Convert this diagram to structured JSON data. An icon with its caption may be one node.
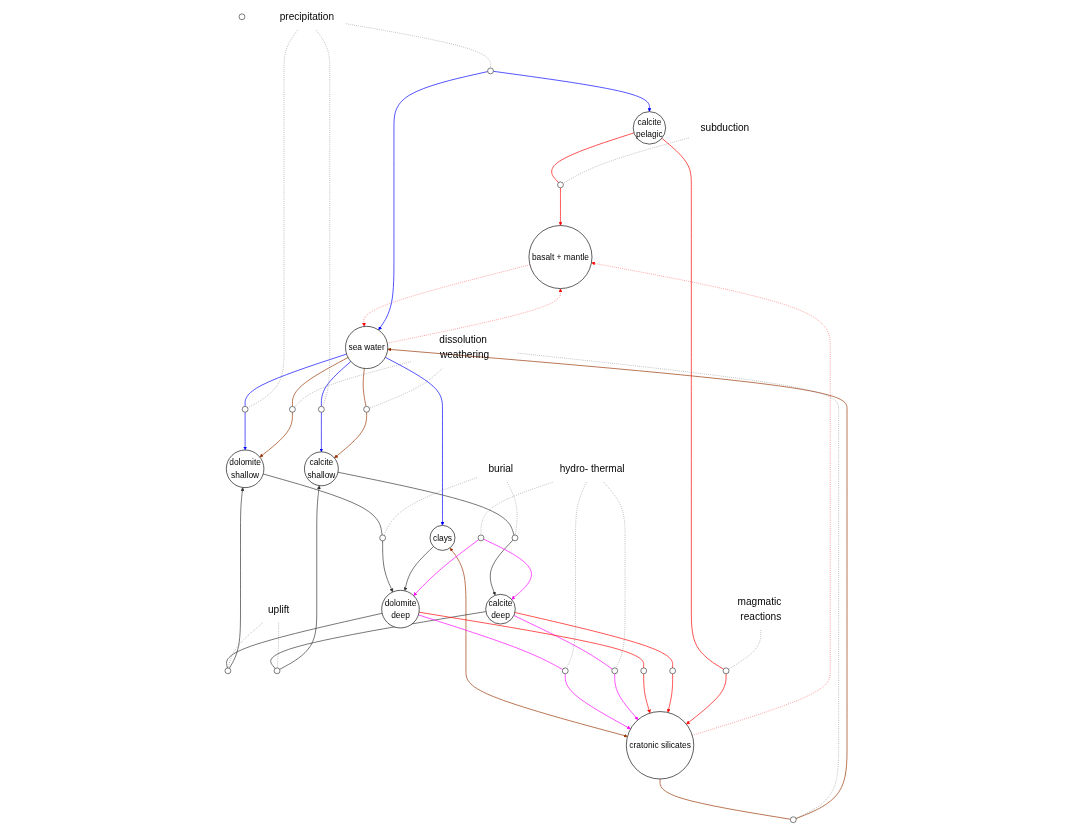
{
  "diagram": {
    "nodes": [
      {
        "text": [
          "basalt + mantle"
        ]
      },
      {
        "text": [
          "sea water"
        ]
      },
      {
        "text": [
          "dolomite",
          "shallow"
        ]
      },
      {
        "text": [
          "calcite",
          "shallow"
        ]
      },
      {
        "text": [
          "clays"
        ]
      },
      {
        "text": [
          "calcite",
          "pelagic"
        ]
      },
      {
        "text": [
          "dolomite",
          "deep"
        ]
      },
      {
        "text": [
          "calcite",
          "deep"
        ]
      },
      {
        "text": [
          "cratonic silicates"
        ]
      },
      {
        "text": [
          "subduction"
        ]
      },
      {
        "text": [
          "precipitation"
        ]
      },
      {
        "text": [
          "dissolution weathering"
        ]
      },
      {
        "text": [
          "uplift"
        ]
      },
      {
        "text": [
          "burial"
        ]
      },
      {
        "text": [
          "hydro- thermal"
        ]
      },
      {
        "text": [
          "magmatic reactions"
        ]
      },
      {
        "text": [],
        "shape": "circle"
      },
      {
        "text": [],
        "shape": "circle"
      },
      {
        "text": [],
        "shape": "circle"
      },
      {
        "text": [],
        "shape": "circle"
      },
      {
        "text": [],
        "shape": "circle"
      },
      {
        "text": [],
        "shape": "circle"
      },
      {
        "text": [],
        "shape": "circle"
      },
      {
        "text": [],
        "shape": "circle"
      },
      {
        "text": [],
        "shape": "circle"
      },
      {
        "text": [],
        "shape": "circle"
      },
      {
        "text": [],
        "shape": "circle"
      },
      {
        "text": [],
        "shape": "circle"
      },
      {
        "text": [],
        "shape": "circle"
      },
      {
        "text": [],
        "shape": "circle"
      },
      {
        "text": [],
        "shape": "circle"
      },
      {
        "text": [],
        "shape": "circle"
      },
      {
        "text": [],
        "shape": "circle"
      },
      {
        "text": [],
        "shape": "circle"
      }
    ],
    "edges": [
      {
        "from": 0,
        "to": 1,
        "arrow": "to",
        "style": "dashed",
        "color": "#ff0000"
      },
      {
        "from": 1,
        "to": 0,
        "arrow": "to",
        "style": "dashed",
        "color": "#ff0000"
      },
      {
        "from": 8,
        "to": 0,
        "arrow": "to",
        "style": "dashed",
        "color": "#ff0000"
      },
      {
        "from": 5,
        "to": 19,
        "arrow": "none",
        "color": "#ff0000"
      },
      {
        "from": 19,
        "to": 0,
        "arrow": "to",
        "color": "#ff0000"
      },
      {
        "from": 1,
        "to": 16,
        "arrow": "none",
        "color": "#0000ff"
      },
      {
        "from": 16,
        "to": 2,
        "arrow": "to",
        "color": "#0000ff"
      },
      {
        "from": 17,
        "to": 1,
        "arrow": "to",
        "color": "#0000ff"
      },
      {
        "from": 17,
        "to": 5,
        "arrow": "to",
        "color": "#0000ff"
      },
      {
        "from": 1,
        "to": 18,
        "arrow": "none",
        "color": "#0000ff"
      },
      {
        "from": 18,
        "to": 3,
        "arrow": "to",
        "color": "#0000ff"
      },
      {
        "from": 1,
        "to": 4,
        "arrow": "to",
        "color": "#0000ff"
      },
      {
        "from": 1,
        "to": 21,
        "arrow": "none",
        "color": "#993300"
      },
      {
        "from": 21,
        "to": 2,
        "arrow": "to",
        "color": "#993300"
      },
      {
        "from": 1,
        "to": 22,
        "arrow": "none",
        "color": "#993300"
      },
      {
        "from": 22,
        "to": 3,
        "arrow": "to",
        "color": "#993300"
      },
      {
        "from": 8,
        "to": 23,
        "arrow": "none",
        "color": "#993300"
      },
      {
        "from": 23,
        "to": 1,
        "arrow": "to",
        "color": "#993300"
      },
      {
        "from": 4,
        "to": 8,
        "arrow": "both",
        "color": "#993300"
      },
      {
        "from": 3,
        "to": 27,
        "arrow": "none"
      },
      {
        "from": 27,
        "to": 7,
        "arrow": "to"
      },
      {
        "from": 7,
        "to": 26,
        "arrow": "none"
      },
      {
        "from": 26,
        "to": 3,
        "arrow": "to"
      },
      {
        "from": 2,
        "to": 24,
        "arrow": "none"
      },
      {
        "from": 24,
        "to": 6,
        "arrow": "to"
      },
      {
        "from": 6,
        "to": 25,
        "arrow": "none"
      },
      {
        "from": 25,
        "to": 2,
        "arrow": "to"
      },
      {
        "from": 4,
        "to": 6,
        "arrow": "to"
      },
      {
        "from": 28,
        "to": 6,
        "arrow": "to",
        "color": "#ff00ff"
      },
      {
        "from": 28,
        "to": 7,
        "arrow": "to",
        "color": "#ff00ff"
      },
      {
        "from": 6,
        "to": 29,
        "arrow": "none",
        "color": "#ff00ff"
      },
      {
        "from": 29,
        "to": 8,
        "arrow": "to",
        "color": "#ff00ff"
      },
      {
        "from": 7,
        "to": 30,
        "arrow": "none",
        "color": "#ff00ff"
      },
      {
        "from": 30,
        "to": 8,
        "arrow": "to",
        "color": "#ff00ff"
      },
      {
        "from": 6,
        "to": 31,
        "arrow": "none",
        "color": "#ff0000"
      },
      {
        "from": 31,
        "to": 8,
        "arrow": "to",
        "color": "#ff0000"
      },
      {
        "from": 7,
        "to": 32,
        "arrow": "none",
        "color": "#ff0000"
      },
      {
        "from": 32,
        "to": 8,
        "arrow": "to",
        "color": "#ff0000"
      },
      {
        "from": 5,
        "to": 33,
        "arrow": "none",
        "color": "#ff0000"
      },
      {
        "from": 33,
        "to": 8,
        "arrow": "to",
        "color": "#ff0000"
      },
      {
        "from": 9,
        "to": 19,
        "arrow": "none",
        "style": "dashed"
      },
      {
        "from": 10,
        "to": 16,
        "arrow": "none",
        "style": "dashed"
      },
      {
        "from": 10,
        "to": 18,
        "arrow": "none",
        "style": "dashed"
      },
      {
        "from": 10,
        "to": 17,
        "arrow": "none",
        "style": "dashed"
      },
      {
        "from": 11,
        "to": 21,
        "arrow": "none",
        "style": "dashed"
      },
      {
        "from": 11,
        "to": 22,
        "arrow": "none",
        "style": "dashed"
      },
      {
        "from": 11,
        "to": 23,
        "arrow": "none",
        "style": "dashed"
      },
      {
        "from": 12,
        "to": 25,
        "arrow": "none",
        "style": "dashed"
      },
      {
        "from": 12,
        "to": 26,
        "arrow": "none",
        "style": "dashed"
      },
      {
        "from": 13,
        "to": 24,
        "arrow": "none",
        "style": "dashed"
      },
      {
        "from": 13,
        "to": 27,
        "arrow": "none",
        "style": "dashed"
      },
      {
        "from": 14,
        "to": 29,
        "arrow": "none",
        "style": "dashed"
      },
      {
        "from": 14,
        "to": 28,
        "arrow": "none",
        "style": "dashed"
      },
      {
        "from": 14,
        "to": 30,
        "arrow": "none",
        "style": "dashed"
      },
      {
        "from": 15,
        "to": 33,
        "arrow": "none",
        "style": "dashed"
      }
    ]
  }
}
